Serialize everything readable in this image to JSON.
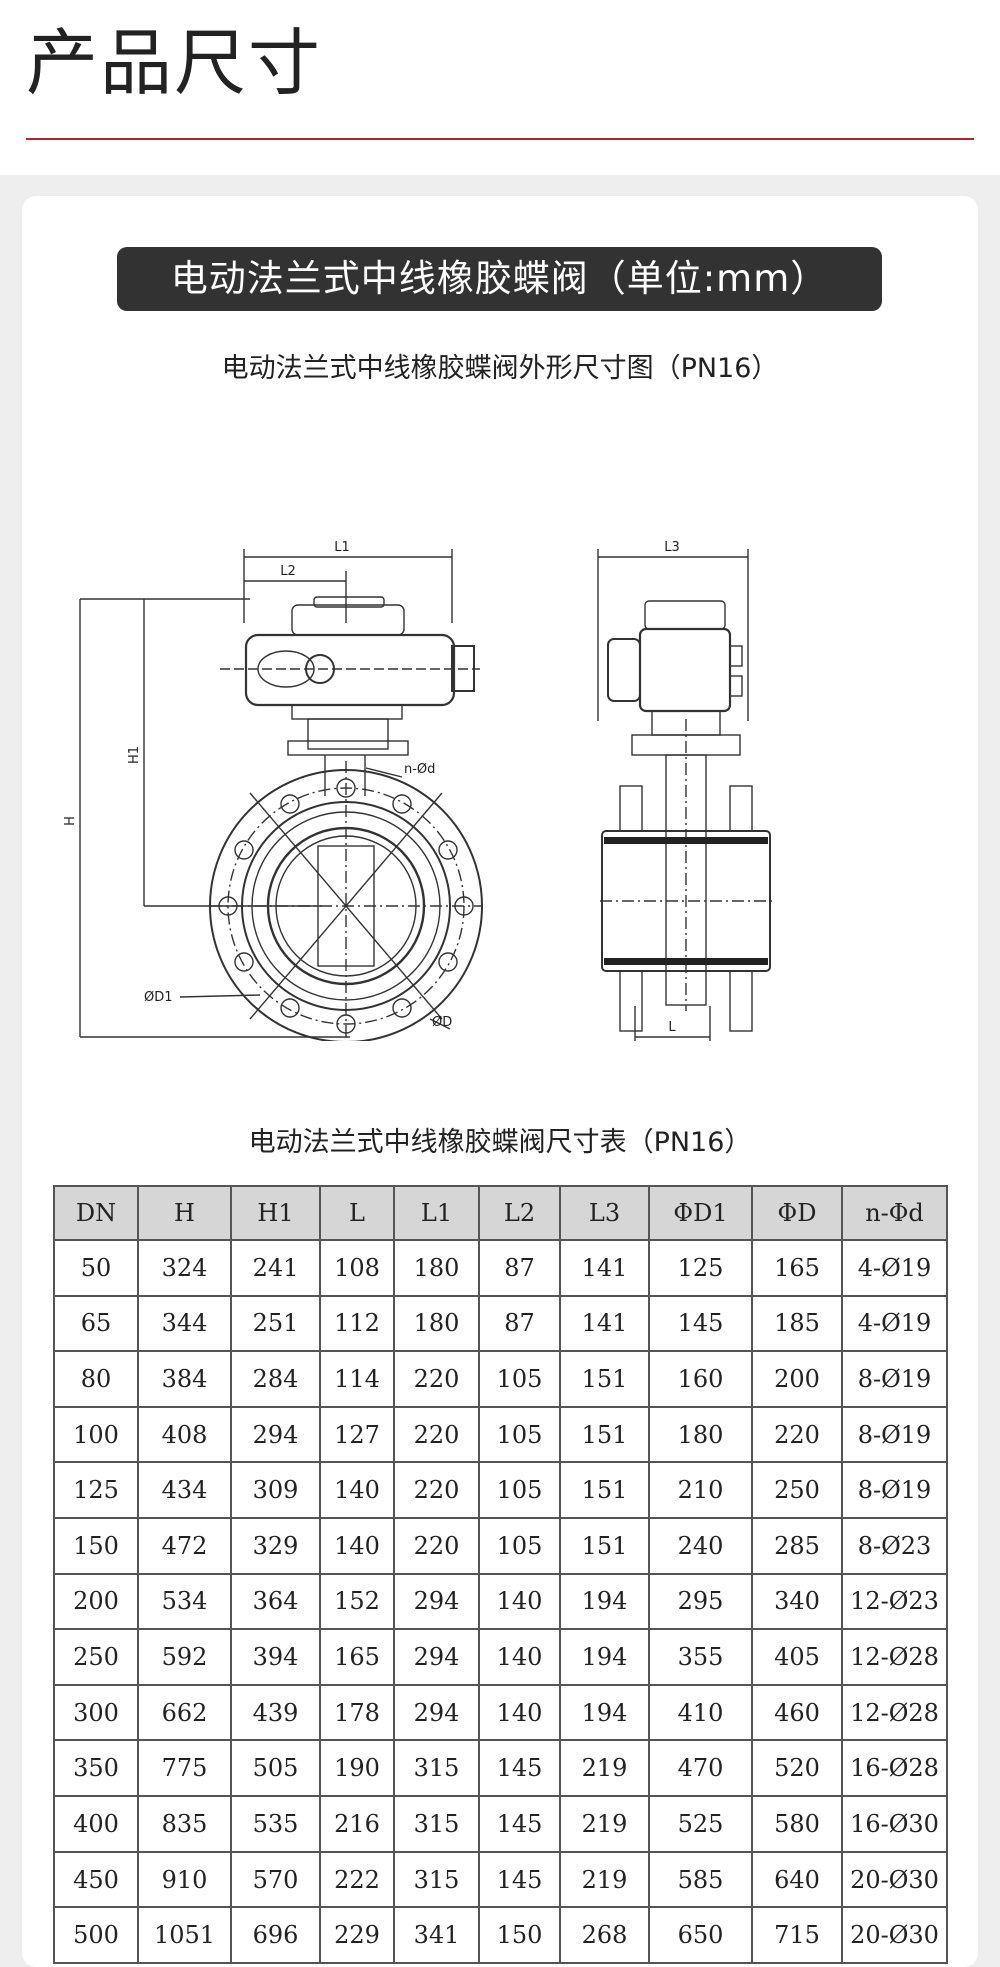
{
  "page_title": "产品尺寸",
  "section_badge": "电动法兰式中线橡胶蝶阀（单位:mm）",
  "diagram": {
    "title": "电动法兰式中线橡胶蝶阀外形尺寸图（PN16）",
    "labels": {
      "L1": "L1",
      "L2": "L2",
      "L3": "L3",
      "H1": "H1",
      "H": "H",
      "nd": "n-Ød",
      "D1": "ØD1",
      "D": "ØD",
      "L": "L"
    }
  },
  "table": {
    "title": "电动法兰式中线橡胶蝶阀尺寸表（PN16）",
    "headers": [
      "DN",
      "H",
      "H1",
      "L",
      "L1",
      "L2",
      "L3",
      "ΦD1",
      "ΦD",
      "n-Φd"
    ],
    "rows": [
      [
        "50",
        "324",
        "241",
        "108",
        "180",
        "87",
        "141",
        "125",
        "165",
        "4-Ø19"
      ],
      [
        "65",
        "344",
        "251",
        "112",
        "180",
        "87",
        "141",
        "145",
        "185",
        "4-Ø19"
      ],
      [
        "80",
        "384",
        "284",
        "114",
        "220",
        "105",
        "151",
        "160",
        "200",
        "8-Ø19"
      ],
      [
        "100",
        "408",
        "294",
        "127",
        "220",
        "105",
        "151",
        "180",
        "220",
        "8-Ø19"
      ],
      [
        "125",
        "434",
        "309",
        "140",
        "220",
        "105",
        "151",
        "210",
        "250",
        "8-Ø19"
      ],
      [
        "150",
        "472",
        "329",
        "140",
        "220",
        "105",
        "151",
        "240",
        "285",
        "8-Ø23"
      ],
      [
        "200",
        "534",
        "364",
        "152",
        "294",
        "140",
        "194",
        "295",
        "340",
        "12-Ø23"
      ],
      [
        "250",
        "592",
        "394",
        "165",
        "294",
        "140",
        "194",
        "355",
        "405",
        "12-Ø28"
      ],
      [
        "300",
        "662",
        "439",
        "178",
        "294",
        "140",
        "194",
        "410",
        "460",
        "12-Ø28"
      ],
      [
        "350",
        "775",
        "505",
        "190",
        "315",
        "145",
        "219",
        "470",
        "520",
        "16-Ø28"
      ],
      [
        "400",
        "835",
        "535",
        "216",
        "315",
        "145",
        "219",
        "525",
        "580",
        "16-Ø30"
      ],
      [
        "450",
        "910",
        "570",
        "222",
        "315",
        "145",
        "219",
        "585",
        "640",
        "20-Ø30"
      ],
      [
        "500",
        "1051",
        "696",
        "229",
        "341",
        "150",
        "268",
        "650",
        "715",
        "20-Ø30"
      ]
    ]
  },
  "colors": {
    "accent_rule": "#b1242b",
    "badge_bg": "#323232",
    "header_cell_bg": "#d6d6d6"
  }
}
